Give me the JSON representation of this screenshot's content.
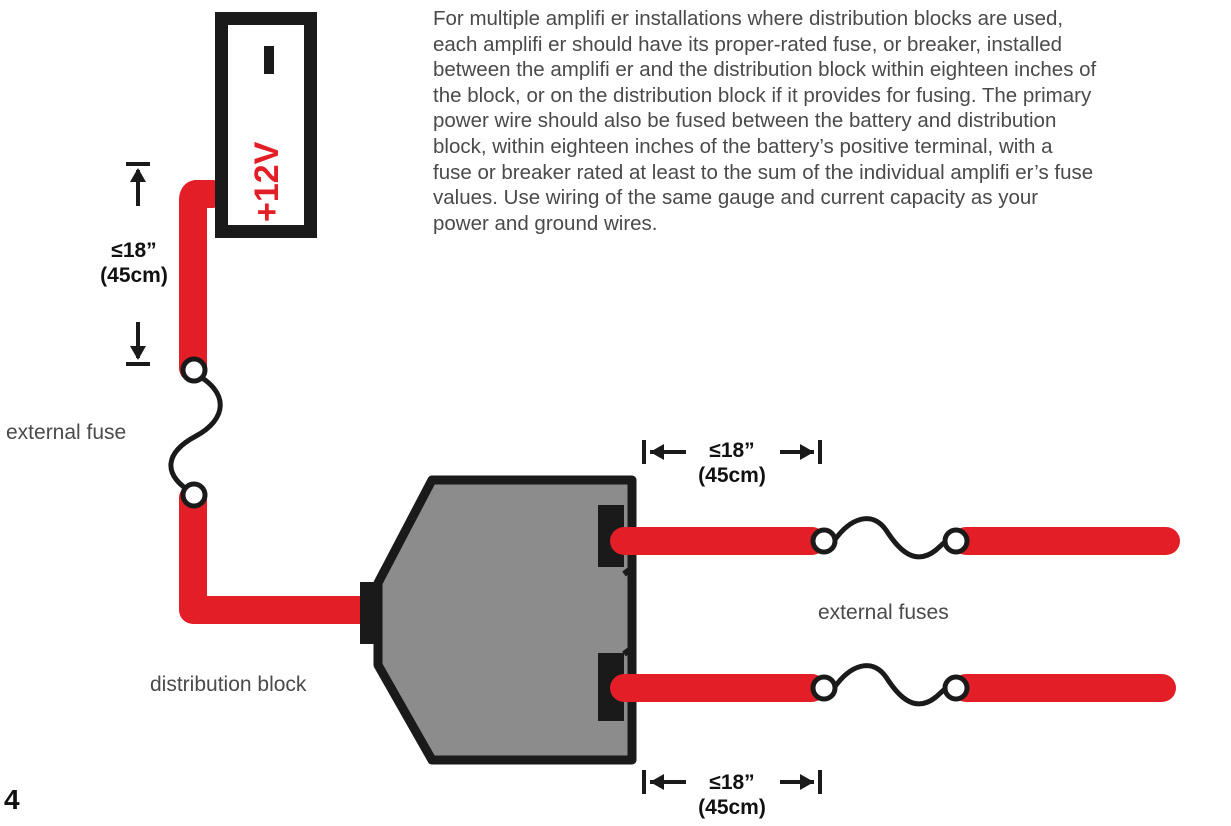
{
  "paragraph": [
    "For multiple amplifi er installations where distribution blocks are used,",
    "each amplifi er should have its proper-rated fuse, or breaker, installed",
    "between the amplifi er and the distribution block within eighteen inches of",
    "the block, or on the distribution block if it provides for fusing. The primary",
    "power wire should also be fused between the battery and distribution",
    "block, within eighteen inches of the battery’s positive terminal, with a",
    "fuse or breaker rated at least to the sum of the individual amplifi er’s fuse",
    "values. Use wiring of the same gauge and current capacity as your",
    "power and ground wires."
  ],
  "battery": {
    "positive_label": "+12V",
    "negative_label": "-"
  },
  "measurement_battery": {
    "value": "≤18”",
    "metric": "(45cm)"
  },
  "measurement_top": {
    "value": "≤18”",
    "metric": "(45cm)"
  },
  "measurement_bottom": {
    "value": "≤18”",
    "metric": "(45cm)"
  },
  "labels": {
    "external_fuse": "external fuse",
    "external_fuses": "external fuses",
    "distribution_block": "distribution block"
  },
  "page_number": "4",
  "colors": {
    "wire": "#e31e26",
    "block": "#8c8c8c",
    "outline": "#1a1a1a"
  }
}
